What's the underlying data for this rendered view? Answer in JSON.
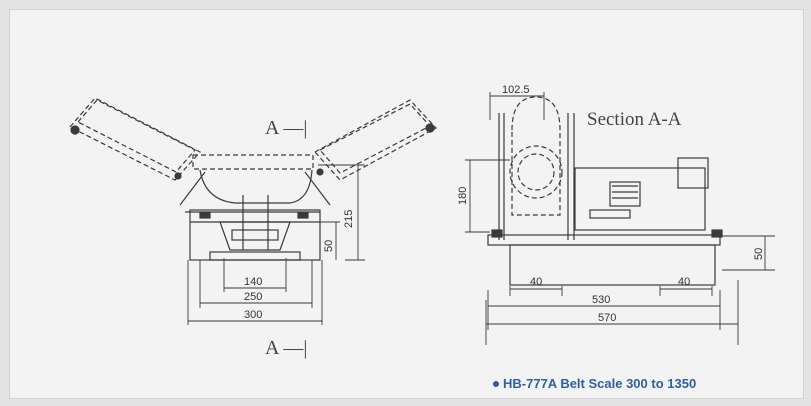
{
  "diagram": {
    "section_marker_top": "A —|",
    "section_marker_bottom": "A —|",
    "section_title": "Section A-A",
    "front_view": {
      "dims": {
        "d140": "140",
        "d250": "250",
        "d300": "300",
        "d215": "215",
        "d50": "50"
      }
    },
    "side_view": {
      "dims": {
        "d102_5": "102.5",
        "d180": "180",
        "d40_left": "40",
        "d40_right": "40",
        "d530": "530",
        "d570": "570",
        "d50": "50"
      }
    },
    "caption": "HB-777A Belt Scale 300 to 1350"
  },
  "colors": {
    "line": "#3a3a3a",
    "caption": "#2f5fa0",
    "panel": "#f3f3f3"
  }
}
